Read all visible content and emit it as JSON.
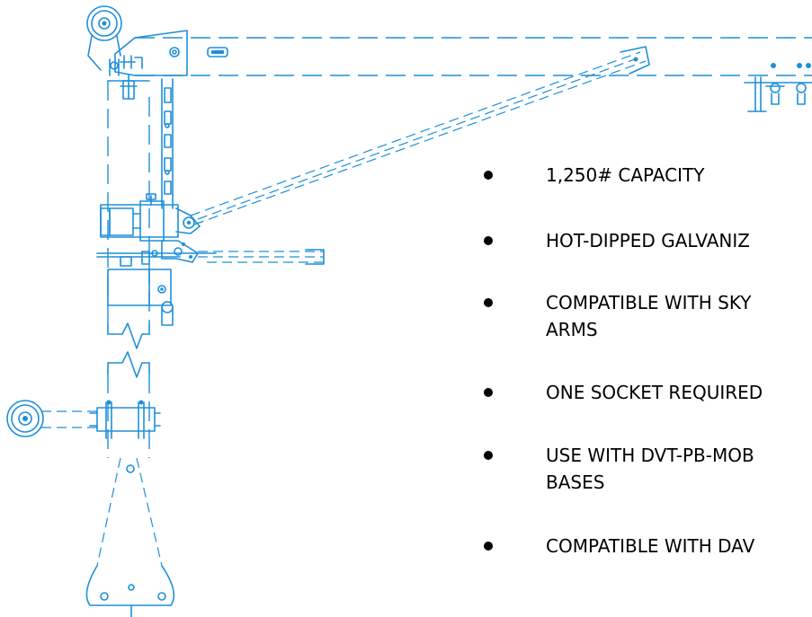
{
  "diagram": {
    "line_color": "#1e8fd8",
    "features": [
      {
        "line1": "1,250# CAPACITY",
        "line2": ""
      },
      {
        "line1": "HOT-DIPPED GALVANIZ",
        "line2": ""
      },
      {
        "line1": "COMPATIBLE WITH SKY",
        "line2": "ARMS"
      },
      {
        "line1": "ONE SOCKET REQUIRED",
        "line2": ""
      },
      {
        "line1": "USE WITH DVT-PB-MOB",
        "line2": "BASES"
      },
      {
        "line1": "COMPATIBLE WITH DAV",
        "line2": ""
      }
    ]
  }
}
